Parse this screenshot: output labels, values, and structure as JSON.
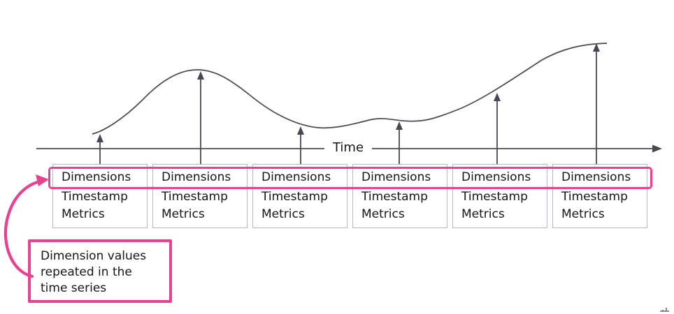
{
  "axis": {
    "label": "Time"
  },
  "records": [
    {
      "dimensions": "Dimensions",
      "timestamp": "Timestamp",
      "metrics": "Metrics"
    },
    {
      "dimensions": "Dimensions",
      "timestamp": "Timestamp",
      "metrics": "Metrics"
    },
    {
      "dimensions": "Dimensions",
      "timestamp": "Timestamp",
      "metrics": "Metrics"
    },
    {
      "dimensions": "Dimensions",
      "timestamp": "Timestamp",
      "metrics": "Metrics"
    },
    {
      "dimensions": "Dimensions",
      "timestamp": "Timestamp",
      "metrics": "Metrics"
    },
    {
      "dimensions": "Dimensions",
      "timestamp": "Timestamp",
      "metrics": "Metrics"
    }
  ],
  "callout": {
    "lines": [
      "Dimension values",
      "repeated in the",
      "time series"
    ]
  },
  "colors": {
    "accent-pink": "#E8418F",
    "line": "#474854",
    "box-border": "#B6B8C4",
    "text": "#15151A"
  }
}
